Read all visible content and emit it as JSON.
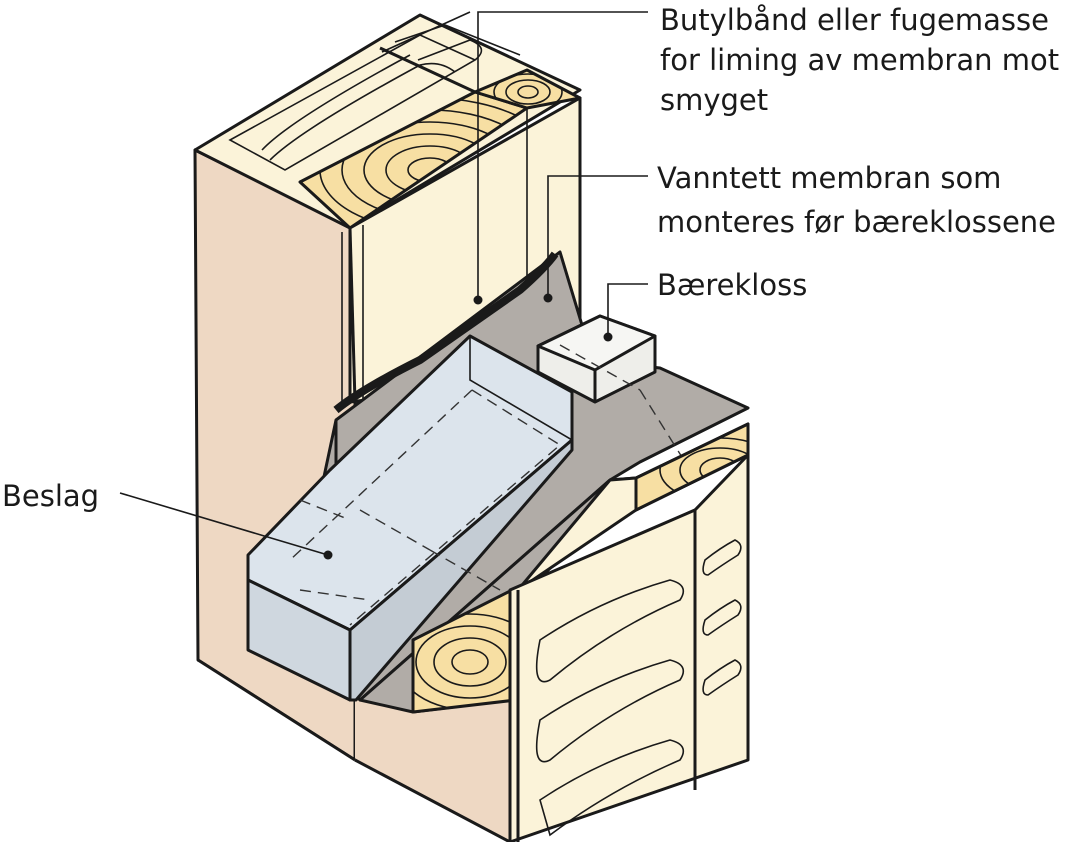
{
  "diagram": {
    "colors": {
      "wall": "#eed8c3",
      "board": "#fbf3d9",
      "wood": "#f7dfa3",
      "membrane": "#b1aca7",
      "metal": "#dce4ec",
      "block": "#eeeeea",
      "ink": "#1a1a1a"
    },
    "labels": {
      "butyl": [
        "Butylbånd eller fugemasse",
        "for liming av membran mot",
        "smyget"
      ],
      "membrane": [
        "Vanntett membran som",
        "monteres før bæreklossene"
      ],
      "block": "Bærekloss",
      "flashing": "Beslag"
    }
  }
}
